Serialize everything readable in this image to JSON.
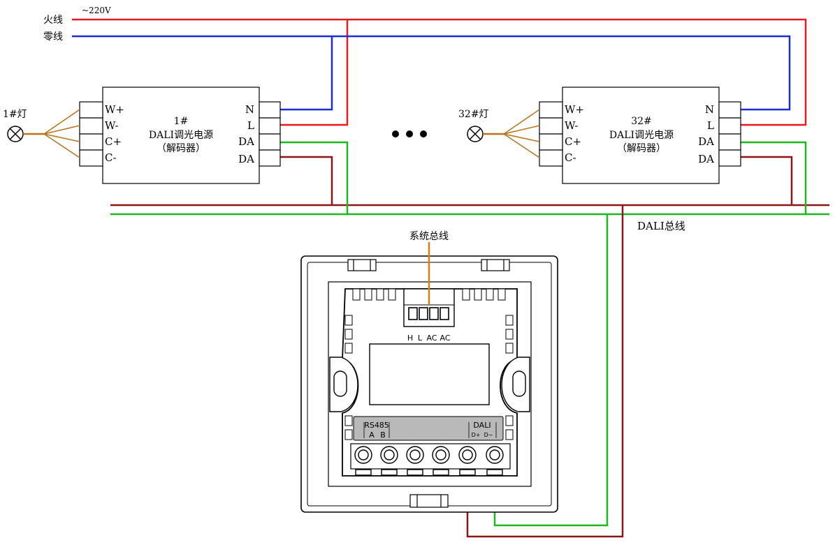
{
  "colors": {
    "live": "#e8191f",
    "neutral": "#1a2ed8",
    "da_red": "#8e1416",
    "da_green": "#1cb81c",
    "tap": "#b8731c",
    "label_line": "#e07d10",
    "panel_fill": "#ffffff",
    "terminal_strip": "#b9b9b9"
  },
  "mains": {
    "live_label": "火线",
    "neutral_label": "零线",
    "voltage": "~220V"
  },
  "driver1": {
    "lamp_label": "1#灯",
    "name_line1": "1#",
    "name_line2": "DALI调光电源",
    "name_line3": "（解码器）",
    "left_terminals": [
      "W+",
      "W-",
      "C+",
      "C-"
    ],
    "right_terminals": [
      "N",
      "L",
      "DA",
      "DA"
    ]
  },
  "driver32": {
    "lamp_label": "32#灯",
    "name_line1": "32#",
    "name_line2": "DALI调光电源",
    "name_line3": "（解码器）",
    "left_terminals": [
      "W+",
      "W-",
      "C+",
      "C-"
    ],
    "right_terminals": [
      "N",
      "L",
      "DA",
      "DA"
    ]
  },
  "ellipsis": "• • •",
  "bus_label": "DALI总线",
  "panel": {
    "system_bus_label": "系统总线",
    "top_terminals": [
      "H",
      "L",
      "AC",
      "AC"
    ],
    "rs485_label": "RS485",
    "rs485_pins": [
      "A",
      "B"
    ],
    "dali_label": "DALI",
    "dali_pins": [
      "D+",
      "D−"
    ]
  }
}
